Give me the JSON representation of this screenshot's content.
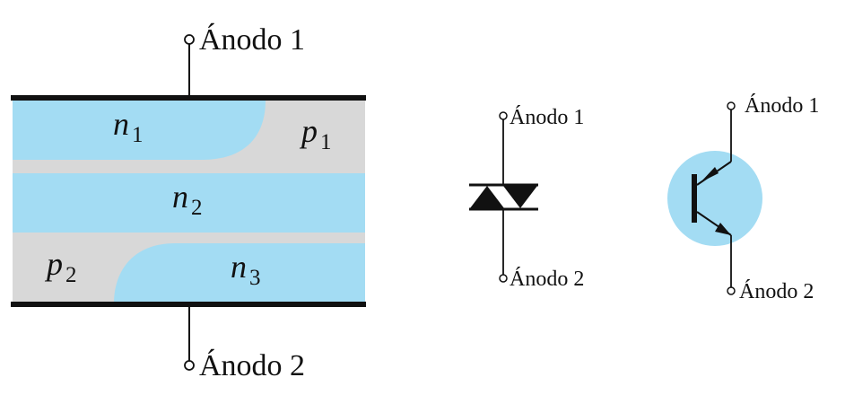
{
  "colors": {
    "n_region": "#a3dcf3",
    "p_region": "#d8d8d8",
    "contact": "#111111",
    "transistor_circle": "#a3dcf3"
  },
  "structure": {
    "anode_top_label": "Ánodo 1",
    "anode_bottom_label": "Ánodo 2",
    "regions": [
      {
        "var": "n",
        "sub": "1"
      },
      {
        "var": "p",
        "sub": "1"
      },
      {
        "var": "n",
        "sub": "2"
      },
      {
        "var": "p",
        "sub": "2"
      },
      {
        "var": "n",
        "sub": "3"
      }
    ]
  },
  "diac_symbol": {
    "anode_top_label": "Ánodo 1",
    "anode_bottom_label": "Ánodo 2"
  },
  "transistor_symbol": {
    "anode_top_label": "Ánodo 1",
    "anode_bottom_label": "Ánodo 2"
  }
}
